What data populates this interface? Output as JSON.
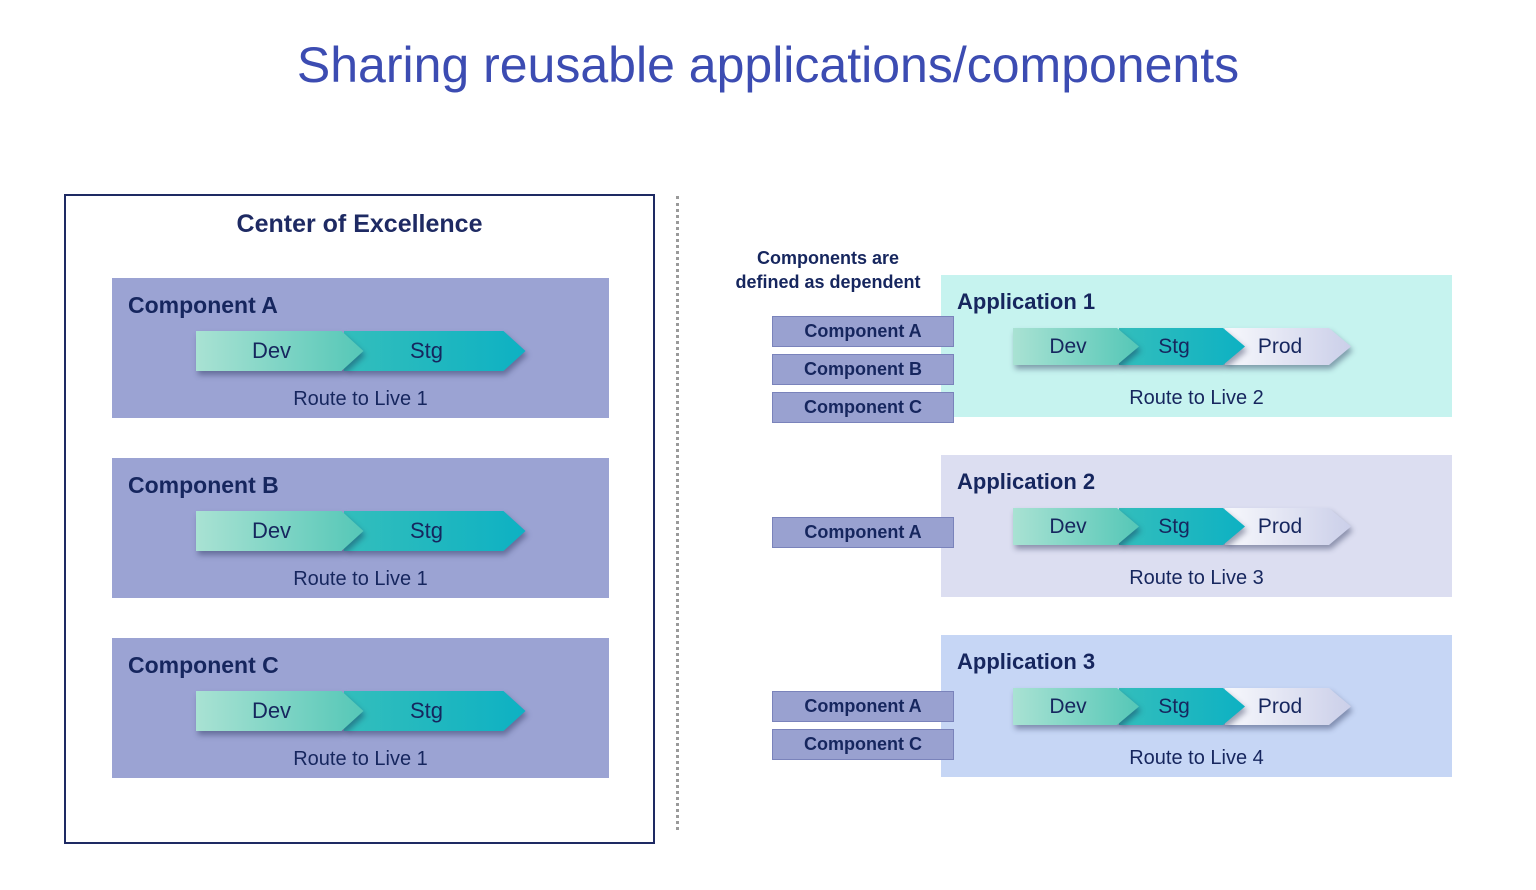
{
  "title": "Sharing reusable applications/components",
  "coe": {
    "title": "Center of Excellence",
    "components": [
      {
        "name": "Component A",
        "stages": {
          "dev": "Dev",
          "stg": "Stg"
        },
        "route": "Route to Live 1"
      },
      {
        "name": "Component B",
        "stages": {
          "dev": "Dev",
          "stg": "Stg"
        },
        "route": "Route to Live 1"
      },
      {
        "name": "Component C",
        "stages": {
          "dev": "Dev",
          "stg": "Stg"
        },
        "route": "Route to Live 1"
      }
    ]
  },
  "note": {
    "line1": "Components are",
    "line2": "defined as dependent"
  },
  "applications": [
    {
      "name": "Application 1",
      "dependencies": [
        "Component A",
        "Component B",
        "Component C"
      ],
      "stages": {
        "dev": "Dev",
        "stg": "Stg",
        "prod": "Prod"
      },
      "route": "Route to Live 2"
    },
    {
      "name": "Application 2",
      "dependencies": [
        "Component A"
      ],
      "stages": {
        "dev": "Dev",
        "stg": "Stg",
        "prod": "Prod"
      },
      "route": "Route to Live 3"
    },
    {
      "name": "Application 3",
      "dependencies": [
        "Component A",
        "Component C"
      ],
      "stages": {
        "dev": "Dev",
        "stg": "Stg",
        "prod": "Prod"
      },
      "route": "Route to Live 4"
    }
  ],
  "colors": {
    "title_blue": "#3c4cb2",
    "navy_text": "#16265e",
    "panel_border": "#1e2a63",
    "component_fill": "#9ba3d3",
    "chip_fill": "#99a1d0",
    "dev_gradient_start": "#a9e2d3",
    "dev_gradient_end": "#55c7b7",
    "stg_gradient_start": "#33bebc",
    "stg_gradient_end": "#0db1c3",
    "prod_gradient_start": "#f7f8fc",
    "prod_gradient_end": "#cbcfe9",
    "app1_fill": "#c6f3ef",
    "app2_fill": "#dcdef1",
    "app3_fill": "#c6d6f5"
  }
}
